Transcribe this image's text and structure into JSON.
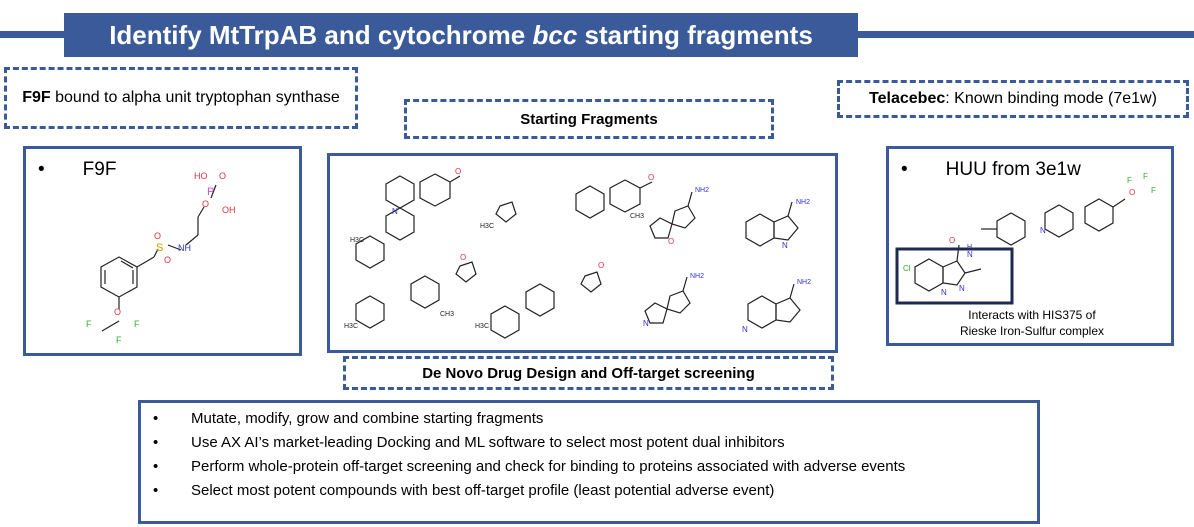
{
  "header": {
    "title_part1": "Identify MtTrpAB and cytochrome ",
    "title_italic": "bcc",
    "title_part2": " starting fragments"
  },
  "left_label": {
    "bold": "F9F",
    "rest": " bound to alpha unit tryptophan synthase"
  },
  "center_label": "Starting Fragments",
  "right_label": {
    "bold": "Telacebec",
    "rest": ": Known binding mode (7e1w)"
  },
  "left_panel": {
    "bullet": "•",
    "heading": "F9F"
  },
  "right_panel": {
    "bullet": "•",
    "heading": "HUU from 3e1w",
    "interaction_note_line1": "Interacts with HIS375 of",
    "interaction_note_line2": "Rieske Iron-Sulfur complex"
  },
  "bottom_label": "De Novo Drug Design and Off-target screening",
  "steps": [
    "Mutate, modify, grow and combine starting fragments",
    "Use AX AI’s market-leading Docking and ML software to select most potent dual inhibitors",
    "Perform whole-protein off-target screening and check for binding to proteins associated with adverse events",
    "Select most potent compounds with best off-target profile (least potential adverse event)"
  ],
  "bullet_char": "•",
  "atoms": {
    "F": "F",
    "O": "O",
    "N": "N",
    "H": "H",
    "S": "S",
    "P": "P",
    "HO": "HO",
    "OH": "OH",
    "CH3": "CH3",
    "H3C": "H3C",
    "NH2": "NH2",
    "Cl": "Cl",
    "NH": "NH"
  },
  "colors": {
    "accent": "#3a5a9a",
    "oxygen": "#e0303a",
    "nitrogen": "#3030d0",
    "fluorine": "#30b030",
    "sulfur": "#c8a000",
    "phosphorus": "#d050d0",
    "chlorine": "#30b030"
  }
}
